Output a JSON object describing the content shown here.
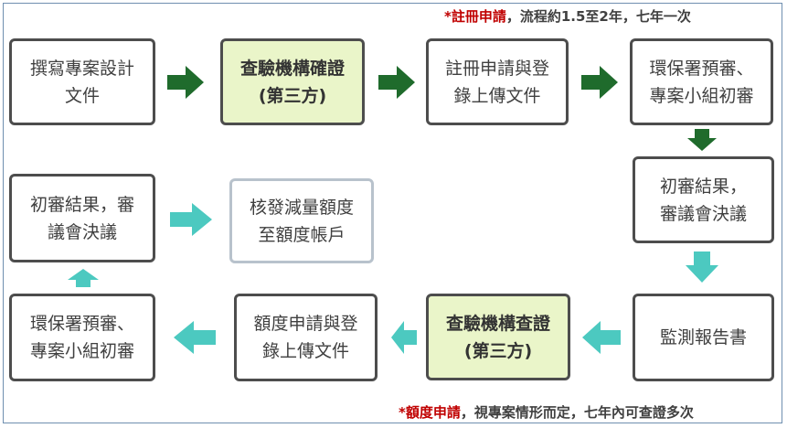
{
  "top_note": {
    "prefix": "*註冊申請",
    "text": "，流程約1.5至2年，七年一次"
  },
  "bottom_note": {
    "prefix": "*額度申請",
    "text": "，視專案情形而定，七年內可查證多次"
  },
  "row1": [
    {
      "lines": [
        "撰寫專案設計",
        "文件"
      ]
    },
    {
      "lines": [
        "查驗機構確證",
        "(第三方)"
      ]
    },
    {
      "lines": [
        "註冊申請與登",
        "錄上傳文件"
      ]
    },
    {
      "lines": [
        "環保署預審、",
        "專案小組初審"
      ]
    }
  ],
  "row2": [
    {
      "lines": [
        "初審結果，審",
        "議會決議"
      ]
    },
    {
      "lines": [
        "核發減量額度",
        "至額度帳戶"
      ]
    },
    {
      "lines": [
        "初審結果，",
        "審議會決議"
      ]
    }
  ],
  "row3": [
    {
      "lines": [
        "環保署預審、",
        "專案小組初審"
      ]
    },
    {
      "lines": [
        "額度申請與登",
        "錄上傳文件"
      ]
    },
    {
      "lines": [
        "查驗機構查證",
        "(第三方)"
      ]
    },
    {
      "lines": [
        "監測報告書"
      ]
    }
  ],
  "colors": {
    "dark_green_arrow": "#1f6b2c",
    "teal_arrow": "#4cc9c0",
    "accent_red": "#c00000",
    "highlight_fill": "#eaf5c9"
  }
}
